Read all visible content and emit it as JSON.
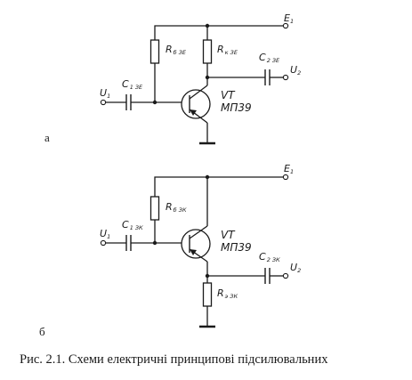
{
  "diagram_a": {
    "sub_letter": "а",
    "e": {
      "main": "E",
      "sub": "1"
    },
    "u_in": {
      "main": "U",
      "sub": "1"
    },
    "u_out": {
      "main": "U",
      "sub": "2"
    },
    "r_base": {
      "main": "R",
      "sub": "б ЗЕ"
    },
    "r_coll": {
      "main": "R",
      "sub": "к ЗЕ"
    },
    "c_in": {
      "main": "C",
      "sub": "1 ЗЕ"
    },
    "c_out": {
      "main": "C",
      "sub": "2 ЗЕ"
    },
    "vt": "VT",
    "model": "МП39"
  },
  "diagram_b": {
    "sub_letter": "б",
    "e": {
      "main": "E",
      "sub": "1"
    },
    "u_in": {
      "main": "U",
      "sub": "1"
    },
    "u_out": {
      "main": "U",
      "sub": "2"
    },
    "r_base": {
      "main": "R",
      "sub": "б ЗК"
    },
    "r_emit": {
      "main": "R",
      "sub": "э ЗК"
    },
    "c_in": {
      "main": "C",
      "sub": "1 ЗК"
    },
    "c_out": {
      "main": "C",
      "sub": "2 ЗК"
    },
    "vt": "VT",
    "model": "МП39"
  },
  "caption": "Рис. 2.1. Схеми електричні  принципові підсилювальних"
}
